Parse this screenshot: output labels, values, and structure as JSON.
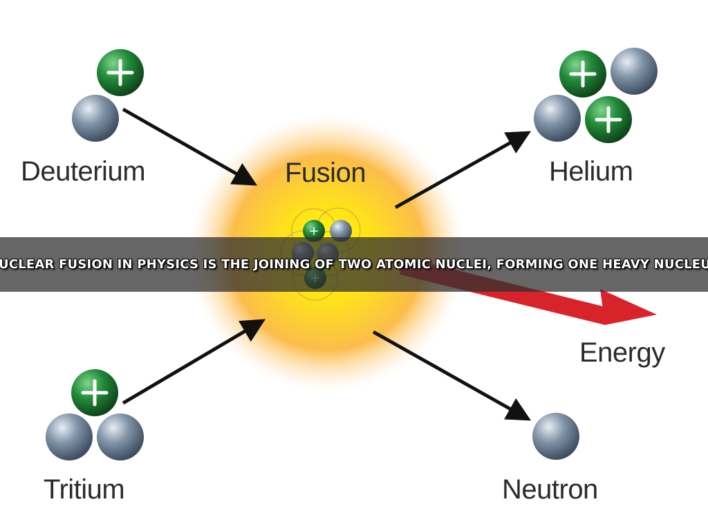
{
  "labels": {
    "deuterium": "Deuterium",
    "fusion": "Fusion",
    "helium": "Helium",
    "energy": "Energy",
    "tritium": "Tritium",
    "neutron": "Neutron"
  },
  "caption": "NUCLEAR FUSION IN PHYSICS IS THE JOINING OF TWO ATOMIC NUCLEI, FORMING ONE HEAVY NUCLEUS",
  "colors": {
    "proton": "#1f7a32",
    "neutron": "#7d8fa3",
    "energy_arrow": "#d8232a",
    "flow_arrow": "#111111",
    "glow_core": "#fff200",
    "glow_outer": "#f7a23a"
  }
}
